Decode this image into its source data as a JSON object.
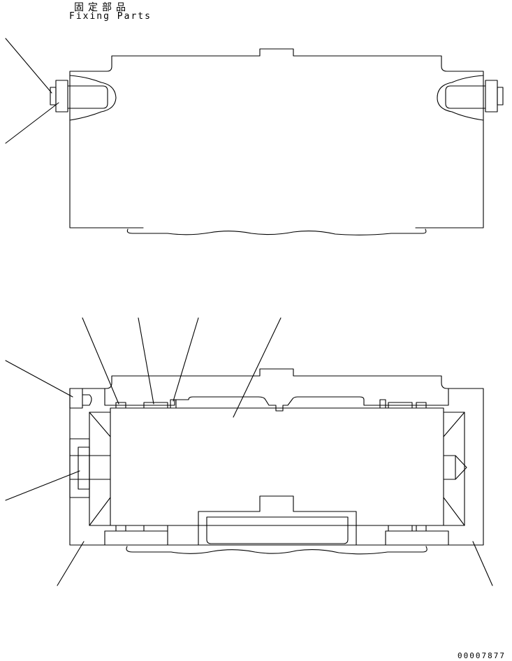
{
  "title": {
    "japanese": "固定部品",
    "english": "Fixing Parts"
  },
  "drawing_number": "00007877",
  "colors": {
    "line": "#000000",
    "background": "#ffffff"
  }
}
